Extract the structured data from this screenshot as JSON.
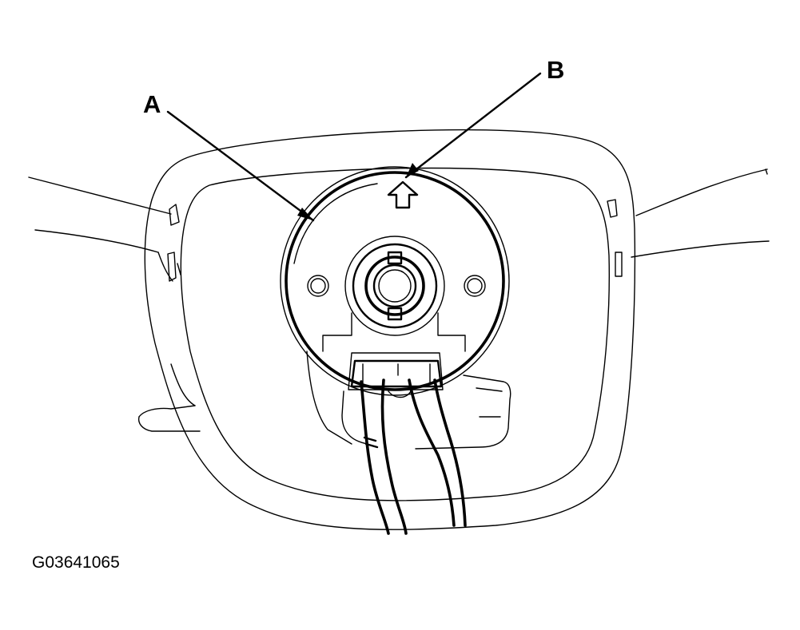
{
  "labels": {
    "a": "A",
    "b": "B"
  },
  "figure_code": "G03641065",
  "colors": {
    "line": "#000000",
    "background": "#ffffff"
  }
}
